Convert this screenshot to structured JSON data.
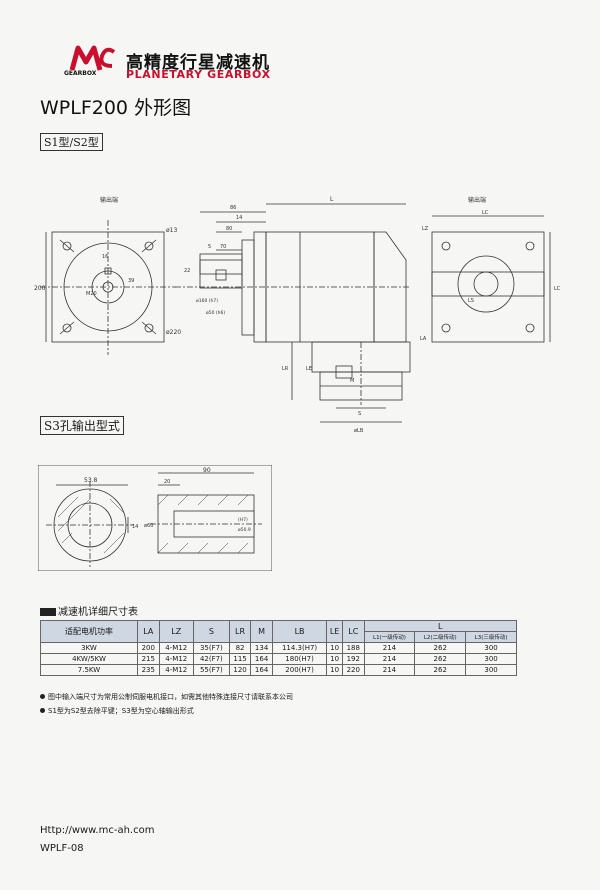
{
  "brand": {
    "logo_text": "MC",
    "logo_sub": "GEARBOX",
    "name_cn": "高精度行星减速机",
    "name_en": "PLANETARY GEARBOX"
  },
  "title": "WPLF200 外形图",
  "subtitle": "S1型/S2型",
  "views": {
    "left_label": "输出端",
    "right_label": "输出端"
  },
  "section_s3": "S3孔输出型式",
  "dims": {
    "l": "L",
    "lc": "LC",
    "lz": "LZ",
    "la": "LA",
    "le": "LE",
    "lr": "LR",
    "lb": "øLB",
    "s": "S",
    "m": "M",
    "ls": "LS",
    "d86": "86",
    "d80": "80",
    "d5": "5",
    "d70": "70",
    "d14": "14",
    "d22": "22",
    "d16": "16",
    "d20": "20",
    "dm20": "M20",
    "d39": "39",
    "d200": "200",
    "d220": "ø220",
    "d13": "ø13",
    "d160": "ø160 (h7)",
    "d50": "ø50 (h6)",
    "s3_538": "53.8",
    "s3_90": "90",
    "s3_20": "20",
    "s3_60": "ø60",
    "s3_14": "14",
    "s3_h7": "(H7)",
    "s3_509": "ø50.9"
  },
  "table": {
    "title": "减速机详细尺寸表",
    "headers": [
      "适配电机功率",
      "LA",
      "LZ",
      "S",
      "LR",
      "M",
      "LB",
      "LE",
      "LC",
      "L"
    ],
    "l_sub": [
      "L1(一级传动)",
      "L2(二级传动)",
      "L3(三级传动)"
    ],
    "rows": [
      [
        "3KW",
        "200",
        "4-M12",
        "35(F7)",
        "82",
        "134",
        "114.3(H7)",
        "10",
        "188",
        "214",
        "262",
        "300"
      ],
      [
        "4KW/5KW",
        "215",
        "4-M12",
        "42(F7)",
        "115",
        "164",
        "180(H7)",
        "10",
        "192",
        "214",
        "262",
        "300"
      ],
      [
        "7.5KW",
        "235",
        "4-M12",
        "55(F7)",
        "120",
        "164",
        "200(H7)",
        "10",
        "220",
        "214",
        "262",
        "300"
      ]
    ]
  },
  "notes": [
    "图中输入端尺寸为常用公制伺服电机接口，如需其他特殊连接尺寸请联系本公司",
    "S1型为S2型去除平键；S3型为空心轴输出形式"
  ],
  "footer": {
    "url": "Http://www.mc-ah.com",
    "page": "WPLF-08"
  },
  "colors": {
    "accent": "#c8102e",
    "table_header": "#cfd8e2"
  }
}
